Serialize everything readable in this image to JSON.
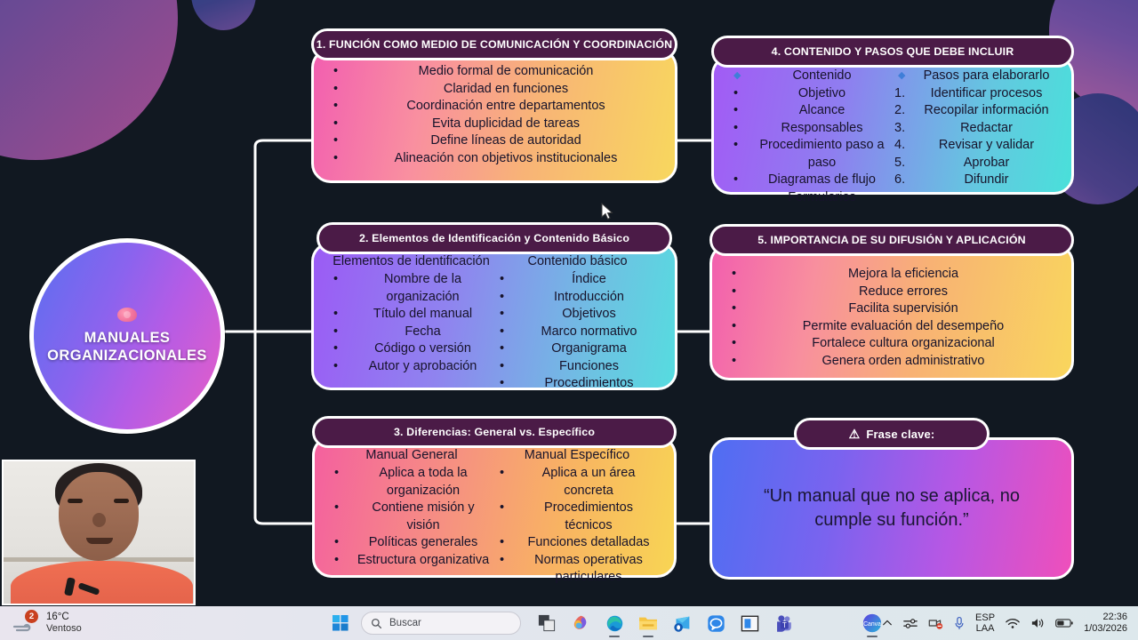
{
  "central": {
    "title": "MANUALES\nORGANIZACIONALES",
    "icon": "brain-icon"
  },
  "cards": [
    {
      "id": "card-1",
      "chip": "1. FUNCIÓN COMO MEDIO DE COMUNICACIÓN Y COORDINACIÓN",
      "columns": [
        {
          "head": "",
          "items": [
            {
              "bullet": "•",
              "text": "Medio formal de comunicación"
            },
            {
              "bullet": "•",
              "text": "Claridad en funciones"
            },
            {
              "bullet": "•",
              "text": "Coordinación entre departamentos"
            },
            {
              "bullet": "•",
              "text": "Evita duplicidad de tareas"
            },
            {
              "bullet": "•",
              "text": "Define líneas de autoridad"
            },
            {
              "bullet": "•",
              "text": "Alineación con objetivos institucionales"
            }
          ]
        }
      ]
    },
    {
      "id": "card-4",
      "chip": "4. CONTENIDO Y PASOS QUE DEBE INCLUIR",
      "columns": [
        {
          "head": "",
          "items": [
            {
              "bullet": "◆",
              "text": "Contenido"
            },
            {
              "bullet": "•",
              "text": "Objetivo"
            },
            {
              "bullet": "•",
              "text": "Alcance"
            },
            {
              "bullet": "•",
              "text": "Responsables"
            },
            {
              "bullet": "•",
              "text": "Procedimiento paso a paso"
            },
            {
              "bullet": "•",
              "text": "Diagramas de flujo"
            },
            {
              "bullet": "•",
              "text": "Formularios"
            }
          ]
        },
        {
          "head": "",
          "items": [
            {
              "bullet": "◆",
              "text": "Pasos para elaborarlo"
            },
            {
              "bullet": "1.",
              "text": "Identificar procesos"
            },
            {
              "bullet": "2.",
              "text": "Recopilar información"
            },
            {
              "bullet": "3.",
              "text": "Redactar"
            },
            {
              "bullet": "4.",
              "text": "Revisar y validar"
            },
            {
              "bullet": "5.",
              "text": "Aprobar"
            },
            {
              "bullet": "6.",
              "text": "Difundir"
            }
          ]
        }
      ]
    },
    {
      "id": "card-2",
      "chip": "2. Elementos de Identificación y Contenido Básico",
      "columns": [
        {
          "head": "Elementos de identificación",
          "items": [
            {
              "bullet": "•",
              "text": "Nombre de la organización"
            },
            {
              "bullet": "•",
              "text": "Título del manual"
            },
            {
              "bullet": "•",
              "text": "Fecha"
            },
            {
              "bullet": "•",
              "text": "Código o versión"
            },
            {
              "bullet": "•",
              "text": "Autor y aprobación"
            }
          ]
        },
        {
          "head": "Contenido básico",
          "items": [
            {
              "bullet": "•",
              "text": "Índice"
            },
            {
              "bullet": "•",
              "text": "Introducción"
            },
            {
              "bullet": "•",
              "text": "Objetivos"
            },
            {
              "bullet": "•",
              "text": "Marco normativo"
            },
            {
              "bullet": "•",
              "text": "Organigrama"
            },
            {
              "bullet": "•",
              "text": "Funciones"
            },
            {
              "bullet": "•",
              "text": "Procedimientos"
            }
          ]
        }
      ]
    },
    {
      "id": "card-5",
      "chip": "5. IMPORTANCIA DE SU DIFUSIÓN Y APLICACIÓN",
      "columns": [
        {
          "head": "",
          "items": [
            {
              "bullet": "•",
              "text": "Mejora la eficiencia"
            },
            {
              "bullet": "•",
              "text": "Reduce errores"
            },
            {
              "bullet": "•",
              "text": "Facilita supervisión"
            },
            {
              "bullet": "•",
              "text": "Permite evaluación del desempeño"
            },
            {
              "bullet": "•",
              "text": "Fortalece cultura organizacional"
            },
            {
              "bullet": "•",
              "text": "Genera orden administrativo"
            }
          ]
        }
      ]
    },
    {
      "id": "card-3",
      "chip": "3. Diferencias: General vs. Específico",
      "columns": [
        {
          "head": "Manual General",
          "items": [
            {
              "bullet": "•",
              "text": "Aplica a toda la organización"
            },
            {
              "bullet": "•",
              "text": "Contiene misión y visión"
            },
            {
              "bullet": "•",
              "text": "Políticas generales"
            },
            {
              "bullet": "•",
              "text": "Estructura organizativa"
            }
          ]
        },
        {
          "head": "Manual Específico",
          "items": [
            {
              "bullet": "•",
              "text": "Aplica a un área concreta"
            },
            {
              "bullet": "•",
              "text": "Procedimientos técnicos"
            },
            {
              "bullet": "•",
              "text": "Funciones detalladas"
            },
            {
              "bullet": "•",
              "text": "Normas operativas particulares"
            }
          ]
        }
      ]
    },
    {
      "id": "card-quote",
      "chip": "Frase clave:",
      "chip_icon": "warning-icon",
      "quote": "“Un manual que no se aplica, no cumple su función.”"
    }
  ],
  "taskbar": {
    "weather": {
      "temperature": "16°C",
      "condition": "Ventoso",
      "badge_count": "2",
      "icon": "wind-icon"
    },
    "search": {
      "placeholder": "Buscar",
      "icon": "search-icon"
    },
    "apps": [
      {
        "name": "start-button",
        "icon": "windows-logo-icon"
      },
      {
        "name": "task-view",
        "icon": "task-view-icon"
      },
      {
        "name": "copilot",
        "icon": "copilot-icon"
      },
      {
        "name": "edge",
        "icon": "edge-icon"
      },
      {
        "name": "file-explorer",
        "icon": "folder-icon"
      },
      {
        "name": "outlook",
        "icon": "outlook-icon"
      },
      {
        "name": "chat-app",
        "icon": "chat-bubble-icon"
      },
      {
        "name": "snipping-tool",
        "icon": "window-icon"
      },
      {
        "name": "teams",
        "icon": "teams-icon"
      },
      {
        "name": "canva",
        "icon": "canva-icon"
      }
    ],
    "tray": {
      "overflow_icon": "chevron-up-icon",
      "settings_icon": "sliders-icon",
      "camera_off_icon": "camera-off-icon",
      "mic_icon": "microphone-icon",
      "language_primary": "ESP",
      "language_secondary": "LAA",
      "wifi_icon": "wifi-icon",
      "volume_icon": "speaker-icon",
      "battery_icon": "battery-icon",
      "time": "22:36",
      "date": "1/03/2026"
    }
  },
  "colors": {
    "background": "#111821",
    "chip_bg": "#4b1b47",
    "border": "#ffffff",
    "accent_blue": "#3f7ed8"
  }
}
